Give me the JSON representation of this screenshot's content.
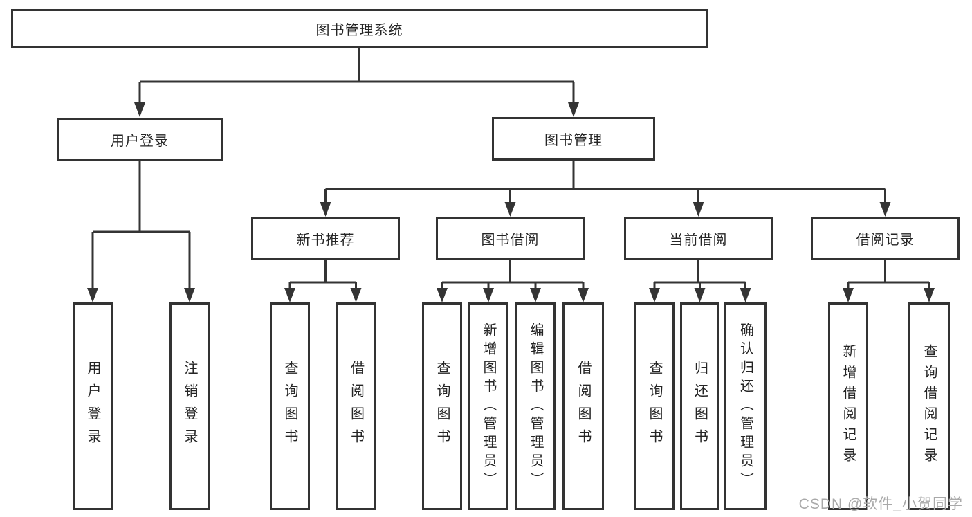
{
  "nodes": {
    "root": "图书管理系统",
    "login": "用户登录",
    "mgmt": "图书管理",
    "recommend": "新书推荐",
    "borrow": "图书借阅",
    "current": "当前借阅",
    "records": "借阅记录",
    "login_user": "用户登录",
    "login_logout": "注销登录",
    "rec_query": "查询图书",
    "rec_borrow": "借阅图书",
    "bor_query": "查询图书",
    "bor_add": "新增图书（管理员）",
    "bor_edit": "编辑图书（管理员）",
    "bor_borrow": "借阅图书",
    "cur_query": "查询图书",
    "cur_return": "归还图书",
    "cur_confirm": "确认归还（管理员）",
    "recd_add": "新增借阅记录",
    "recd_query": "查询借阅记录"
  },
  "watermark": {
    "text": "CSDN @软件_小贺同学"
  },
  "colors": {
    "line": "#343434",
    "border": "#333333",
    "text": "#252525",
    "watermark": "#a9a9a9",
    "background": "#ffffff"
  }
}
